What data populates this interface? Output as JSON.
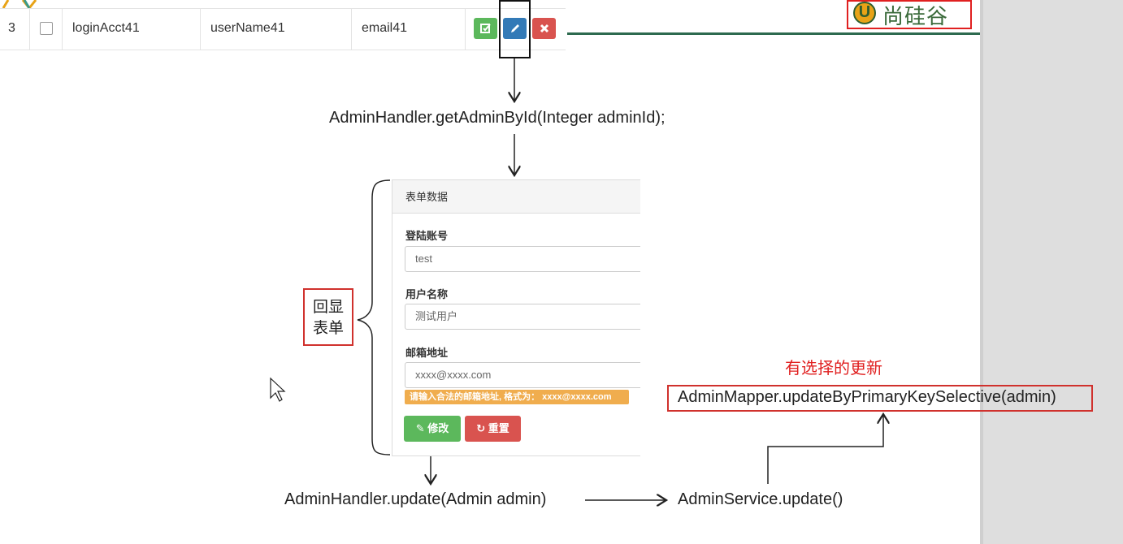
{
  "table_row": {
    "index": "3",
    "login_acct": "loginAcct41",
    "user_name": "userName41",
    "email": "email41",
    "actions": [
      {
        "icon": "check-square-icon",
        "color": "#5cb85c"
      },
      {
        "icon": "pencil-icon",
        "color": "#337ab7"
      },
      {
        "icon": "times-icon",
        "color": "#d9534f"
      }
    ]
  },
  "logo": {
    "text": "尚硅谷"
  },
  "flow": {
    "get_by_id": "AdminHandler.getAdminById(Integer adminId);",
    "handler_update": "AdminHandler.update(Admin admin)",
    "service_update": "AdminService.update()",
    "mapper_update": "AdminMapper.updateByPrimaryKeySelective(admin)",
    "selective_note": "有选择的更新",
    "echo_label_line1": "回显",
    "echo_label_line2": "表单"
  },
  "form": {
    "heading": "表单数据",
    "login_label": "登陆账号",
    "login_value": "test",
    "username_label": "用户名称",
    "username_value": "测试用户",
    "email_label": "邮箱地址",
    "email_value": "xxxx@xxxx.com",
    "email_tip": "请输入合法的邮箱地址, 格式为： xxxx@xxxx.com",
    "submit_label": "修改",
    "reset_label": "重置"
  },
  "colors": {
    "highlight_red": "#d0312d",
    "success": "#5cb85c",
    "primary": "#337ab7",
    "danger": "#d9534f",
    "warning": "#f0ad4e",
    "logo_green": "#2d6a4f"
  }
}
